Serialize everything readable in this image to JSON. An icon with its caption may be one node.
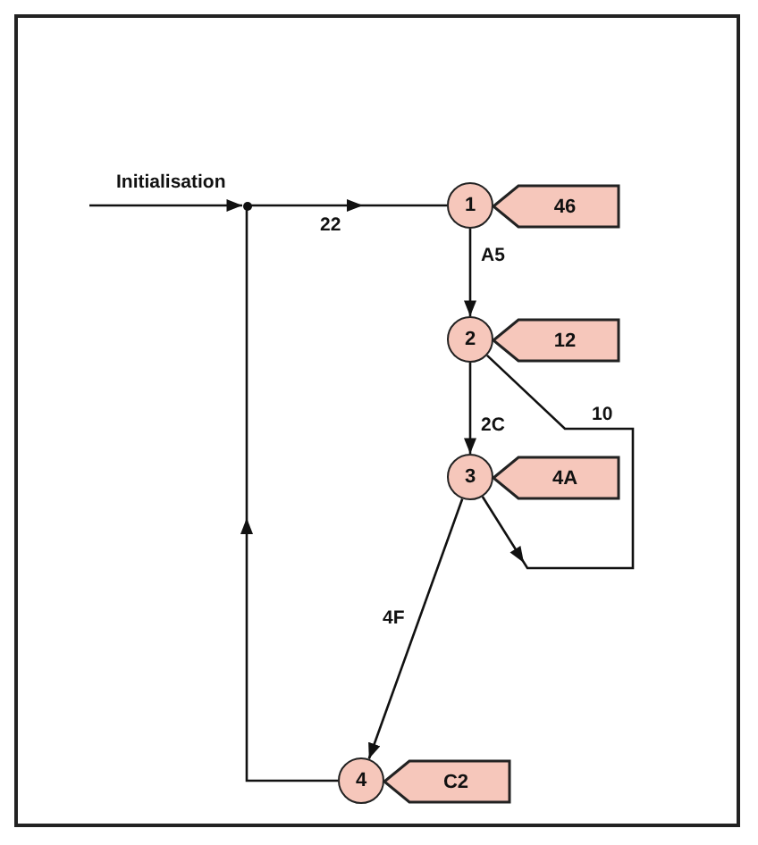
{
  "diagram": {
    "nodes": [
      {
        "text": [
          "1"
        ]
      },
      {
        "text": [
          "46"
        ]
      },
      {
        "text": [
          "2"
        ]
      },
      {
        "text": [
          "12"
        ]
      },
      {
        "text": [
          "3"
        ]
      },
      {
        "text": [
          "4A"
        ]
      },
      {
        "text": [
          "4"
        ]
      },
      {
        "text": [
          "C2"
        ]
      },
      {
        "text": [],
        "shape": "circle"
      }
    ],
    "edges": [
      {
        "from": null,
        "to": 8,
        "arrow": "to",
        "label": "Initialisation"
      },
      {
        "from": 8,
        "to": 0,
        "arrow": "to",
        "label": "22"
      },
      {
        "from": 0,
        "to": 2,
        "arrow": "to",
        "label": "A5"
      },
      {
        "from": 2,
        "to": 4,
        "arrow": "to",
        "label": "2C"
      },
      {
        "from": 4,
        "to": 2,
        "arrow": "to",
        "label": "10"
      },
      {
        "from": 4,
        "to": 6,
        "arrow": "to",
        "label": "4F"
      },
      {
        "from": 6,
        "to": 8,
        "arrow": "to"
      }
    ]
  }
}
